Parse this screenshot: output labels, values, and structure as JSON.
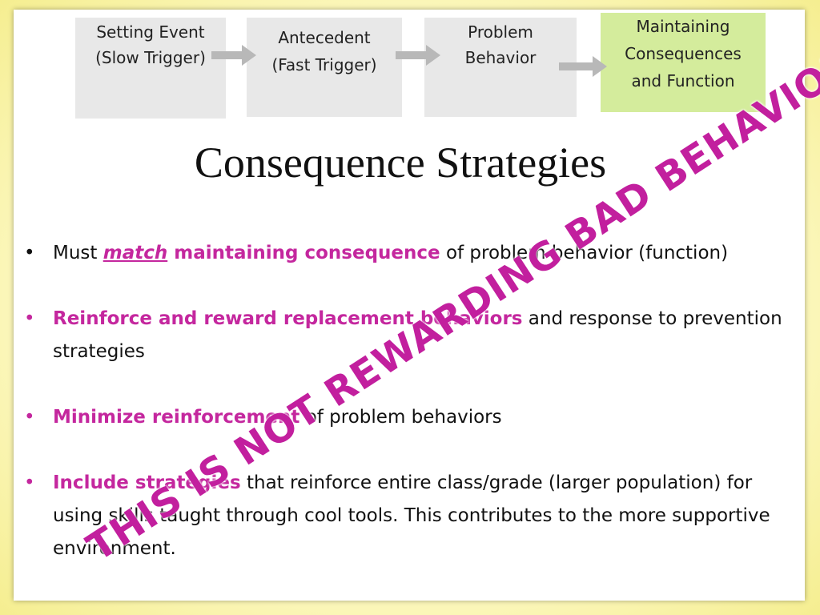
{
  "flow": [
    {
      "line1": "Setting Event",
      "line2": "(Slow Trigger)"
    },
    {
      "line1": "Antecedent",
      "line2": "(Fast Trigger)"
    },
    {
      "line1": "Problem",
      "line2": "Behavior"
    },
    {
      "line1": "Maintaining",
      "line2": "Consequences",
      "line3": "and Function"
    }
  ],
  "title": "Consequence Strategies",
  "bullets": [
    {
      "pre": "Must ",
      "emph": "match",
      "mid": " maintaining consequence",
      "post": " of problem behavior (function)"
    },
    {
      "mag": "Reinforce and reward replacement behaviors",
      "post": " and response to prevention strategies"
    },
    {
      "mag": "Minimize reinforcement",
      "post": " of problem behaviors"
    },
    {
      "mag": "Include strategies",
      "post": " that reinforce entire class/grade (larger population) for using skills taught through cool tools. This contributes to the more supportive environment."
    }
  ],
  "stamp": "THIS IS NOT REWARDING BAD BEHAVIOR!",
  "colors": {
    "magenta": "#c4279e",
    "flow_gray": "#e8e8e8",
    "flow_green": "#d4ec9c"
  }
}
